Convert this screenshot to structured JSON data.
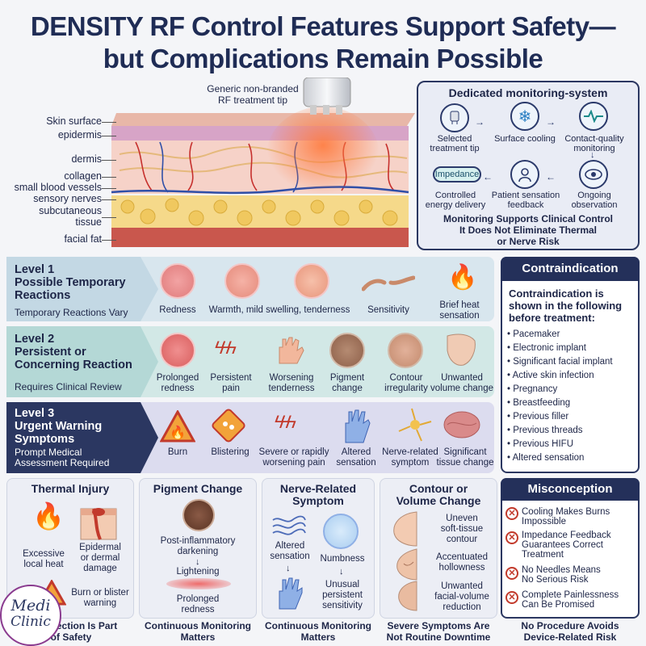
{
  "title": {
    "line1_bold": "DENSITY RF",
    "line1_rest": " Control Features Support Safety—",
    "line2": "but Complications Remain Possible"
  },
  "diagram": {
    "tip_label": "Generic non-branded\nRF treatment tip",
    "layers": [
      "Skin surface",
      "epidermis",
      "dermis",
      "collagen",
      "small blood vessels",
      "sensory nerves",
      "subcutaneous\ntissue",
      "facial fat"
    ]
  },
  "monitoring": {
    "title": "Dedicated monitoring-system",
    "steps": [
      {
        "label": "Selected\ntreatment tip",
        "icon": "treatment-tip-icon"
      },
      {
        "label": "Surface cooling",
        "icon": "snowflake-icon"
      },
      {
        "label": "Contact-quality\nmonitoring",
        "icon": "pulse-icon"
      },
      {
        "label": "Controlled\nenergy delivery",
        "icon": "impedance-tag",
        "tag": "Impedance"
      },
      {
        "label": "Patient sensation\nfeedback",
        "icon": "person-icon"
      },
      {
        "label": "Ongoing\nobservation",
        "icon": "eye-icon"
      }
    ],
    "note": "Monitoring Supports Clinical Control\nIt Does Not Eliminate Thermal\nor Nerve Risk"
  },
  "levels": [
    {
      "title": "Level 1\nPossible Temporary\nReactions",
      "sub": "Temporary Reactions Vary",
      "items": [
        "Redness",
        "Warmth, mild swelling, tenderness",
        "Sensitivity",
        "Brief heat\nsensation"
      ]
    },
    {
      "title": "Level 2\nPersistent or\nConcerning Reaction",
      "sub": "Requires Clinical Review",
      "items": [
        "Prolonged\nredness",
        "Persistent\npain",
        "Worsening\ntenderness",
        "Pigment\nchange",
        "Contour\nirregularity",
        "Unwanted\nvolume change"
      ]
    },
    {
      "title": "Level 3\nUrgent Warning\nSymptoms",
      "sub": "Prompt Medical\nAssessment Required",
      "items": [
        "Burn",
        "Blistering",
        "Severe or rapidly\nworsening pain",
        "Altered\nsensation",
        "Nerve-related\nsymptom",
        "Significant\ntissue change"
      ]
    }
  ],
  "contraindication": {
    "title": "Contraindication",
    "intro": "Contraindication is\nshown in the following\nbefore treatment:",
    "items": [
      "Pacemaker",
      "Electronic implant",
      "Significant facial implant",
      "Active skin infection",
      "Pregnancy",
      "Breastfeeding",
      "Previous filler",
      "Previous threads",
      "Previous HIFU",
      "Altered sensation"
    ]
  },
  "cards": [
    {
      "title": "Thermal Injury",
      "captions": [
        "Excessive\nlocal heat",
        "Epidermal\nor dermal\ndamage",
        "Burn or blister\nwarning"
      ],
      "footer": "Tip Selection Is Part\nof Safety"
    },
    {
      "title": "Pigment Change",
      "captions": [
        "Post-inflammatory\ndarkening",
        "Lightening",
        "Prolonged\nredness"
      ],
      "footer": "Continuous Monitoring\nMatters"
    },
    {
      "title": "Nerve-Related\nSymptom",
      "captions": [
        "Altered\nsensation",
        "Numbness",
        "Unusual\npersistent\nsensitivity"
      ],
      "footer": "Continuous Monitoring\nMatters"
    },
    {
      "title": "Contour or\nVolume Change",
      "captions": [
        "Uneven\nsoft-tissue\ncontour",
        "Accentuated\nhollowness",
        "Unwanted\nfacial-volume\nreduction"
      ],
      "footer": "Severe Symptoms Are\nNot Routine Downtime"
    }
  ],
  "misconception": {
    "title": "Misconception",
    "items": [
      "Cooling Makes Burns\nImpossible",
      "Impedance Feedback\nGuarantees Correct\nTreatment",
      "No Needles Means\nNo Serious Risk",
      "Complete Painlessness\nCan Be Promised"
    ],
    "footer": "No Procedure Avoids\nDevice-Related Risk"
  },
  "logo": {
    "line1": "Medi",
    "line2": "Clinic"
  },
  "colors": {
    "navy": "#24305a",
    "level1": "#d8e6ee",
    "level2": "#cfe5e4",
    "level3": "#dcdcef",
    "danger": "#c23a2c"
  }
}
